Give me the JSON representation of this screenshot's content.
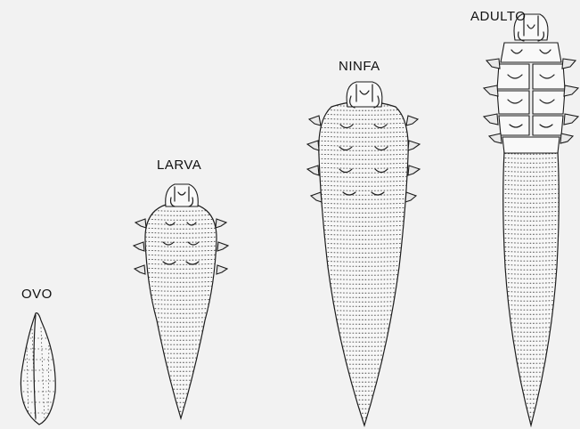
{
  "stages": [
    {
      "id": "ovo",
      "label": "OVO"
    },
    {
      "id": "larva",
      "label": "LARVA"
    },
    {
      "id": "ninfa",
      "label": "NINFA"
    },
    {
      "id": "adulto",
      "label": "ADULTO"
    }
  ]
}
